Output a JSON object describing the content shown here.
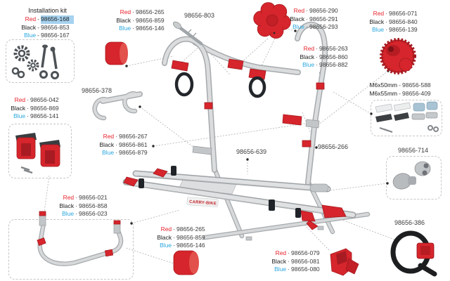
{
  "canvas": {
    "bg": "#ffffff"
  },
  "colors": {
    "red": "#e8232d",
    "blue": "#2ba7de",
    "black": "#1c1c1c",
    "number": "#3c3c3c",
    "highlight_bg": "#a6d2ef",
    "part_red": "#d6252c"
  },
  "installation_kit": {
    "title": "Installation kit",
    "rows": [
      {
        "color": "Red",
        "sep": "-",
        "number": "98656-168",
        "highlighted": true
      },
      {
        "color": "Black",
        "sep": "-",
        "number": "98656-853",
        "highlighted": false
      },
      {
        "color": "Blue",
        "sep": "-",
        "number": "98656-167",
        "highlighted": false
      }
    ]
  },
  "labels": {
    "cap_top": {
      "rows": [
        {
          "color": "Red",
          "sep": "·",
          "number": "98656-265"
        },
        {
          "color": "Black",
          "sep": "·",
          "number": "98656-859"
        },
        {
          "color": "Blue",
          "sep": "·",
          "number": "98656-146"
        }
      ]
    },
    "screw": {
      "text": "98656-803"
    },
    "knob": {
      "rows": [
        {
          "color": "Red",
          "sep": "·",
          "number": "98656-290"
        },
        {
          "color": "Black",
          "sep": "·",
          "number": "98656-291"
        },
        {
          "color": "Blue",
          "sep": "·",
          "number": "98656-293"
        }
      ]
    },
    "post_clamp": {
      "rows": [
        {
          "color": "Red",
          "sep": "·",
          "number": "98656-263"
        },
        {
          "color": "Black",
          "sep": "·",
          "number": "98656-860"
        },
        {
          "color": "Blue",
          "sep": "·",
          "number": "98656-882"
        }
      ]
    },
    "wheel": {
      "rows": [
        {
          "color": "Red",
          "sep": "·",
          "number": "98656-071"
        },
        {
          "color": "Black",
          "sep": "·",
          "number": "98656-840"
        },
        {
          "color": "Blue",
          "sep": "·",
          "number": "98656-139"
        }
      ]
    },
    "m6_kit": {
      "rows": [
        {
          "color": "M6x50mm",
          "sep": "-",
          "number": "98656-588"
        },
        {
          "color": "M6x55mm",
          "sep": "-",
          "number": "98656-409"
        }
      ]
    },
    "end_caps": {
      "text": "98656-714"
    },
    "strap": {
      "text": "98656-386"
    },
    "bracket": {
      "text": "98656-378"
    },
    "rail_block": {
      "rows": [
        {
          "color": "Red",
          "sep": "·",
          "number": "98656-042"
        },
        {
          "color": "Black",
          "sep": "·",
          "number": "98656-869"
        },
        {
          "color": "Blue",
          "sep": "·",
          "number": "98656-141"
        }
      ]
    },
    "support": {
      "rows": [
        {
          "color": "Red",
          "sep": "·",
          "number": "98656-267"
        },
        {
          "color": "Black",
          "sep": "·",
          "number": "98656-861"
        },
        {
          "color": "Blue",
          "sep": "·",
          "number": "98656-879"
        }
      ]
    },
    "lower_frame": {
      "rows": [
        {
          "color": "Red",
          "sep": "·",
          "number": "98656-021"
        },
        {
          "color": "Black",
          "sep": "·",
          "number": "98656-858"
        },
        {
          "color": "Blue",
          "sep": "·",
          "number": "98656-023"
        }
      ]
    },
    "cap_bottom": {
      "rows": [
        {
          "color": "Red",
          "sep": "·",
          "number": "98656-265"
        },
        {
          "color": "Black",
          "sep": "·",
          "number": "98656-859"
        },
        {
          "color": "Blue",
          "sep": "·",
          "number": "98656-146"
        }
      ]
    },
    "rail": {
      "text": "98656-639"
    },
    "post": {
      "text": "98656-266"
    },
    "bike_holder": {
      "rows": [
        {
          "color": "Red",
          "sep": "·",
          "number": "98656-079"
        },
        {
          "color": "Black",
          "sep": "·",
          "number": "98656-081"
        },
        {
          "color": "Blue",
          "sep": "·",
          "number": "98656-080"
        }
      ]
    }
  },
  "rack": {
    "logo": "CARRY-BIKE"
  }
}
